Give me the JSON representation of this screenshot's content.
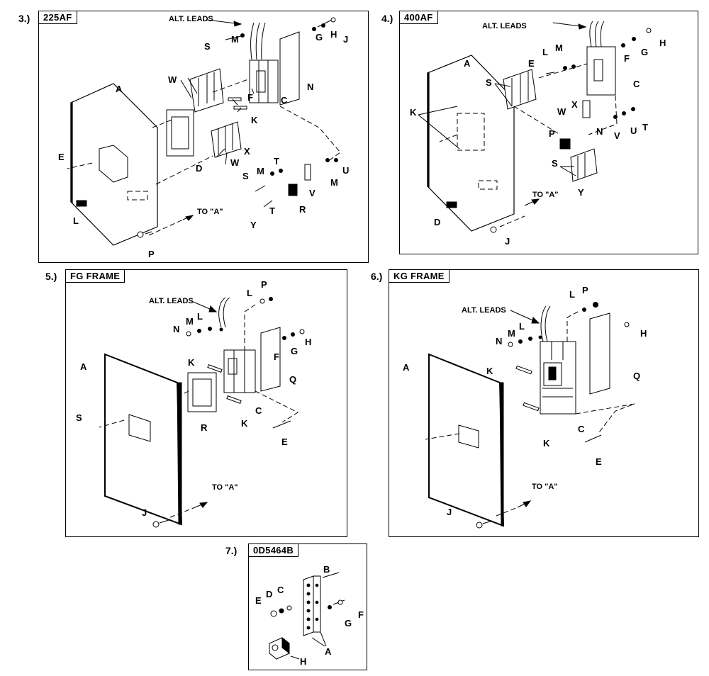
{
  "panels": [
    {
      "number": "3.)",
      "title": "225AF",
      "labels": {
        "alt": "ALT. LEADS",
        "S": "S",
        "M": "M",
        "G": "G",
        "H": "H",
        "J": "J",
        "N": "N",
        "F": "F",
        "C": "C",
        "K": "K",
        "W1": "W",
        "W2": "W",
        "X": "X",
        "A": "A",
        "D": "D",
        "E": "E",
        "L": "L",
        "P": "P",
        "S2": "S",
        "M2": "M",
        "T1": "T",
        "T2": "T",
        "U": "U",
        "M3": "M",
        "V": "V",
        "R": "R",
        "Y": "Y",
        "to": "TO \"A\""
      }
    },
    {
      "number": "4.)",
      "title": "400AF",
      "labels": {
        "alt": "ALT. LEADS",
        "A": "A",
        "K": "K",
        "S": "S",
        "E": "E",
        "L": "L",
        "M": "M",
        "F": "F",
        "G": "G",
        "H": "H",
        "C": "C",
        "W": "W",
        "X": "X",
        "P": "P",
        "N": "N",
        "V": "V",
        "U": "U",
        "T": "T",
        "S2": "S",
        "Y": "Y",
        "D": "D",
        "J": "J",
        "to": "TO \"A\""
      }
    },
    {
      "number": "5.)",
      "title": "FG FRAME",
      "labels": {
        "alt": "ALT. LEADS",
        "L": "L",
        "P": "P",
        "N": "N",
        "M": "M",
        "L2": "L",
        "F": "F",
        "G": "G",
        "H": "H",
        "A": "A",
        "K": "K",
        "Q": "Q",
        "S": "S",
        "R": "R",
        "C": "C",
        "K2": "K",
        "E": "E",
        "J": "J",
        "to": "TO \"A\""
      }
    },
    {
      "number": "6.)",
      "title": "KG FRAME",
      "labels": {
        "alt": "ALT. LEADS",
        "L": "L",
        "P": "P",
        "H": "H",
        "N": "N",
        "M": "M",
        "L2": "L",
        "A": "A",
        "K": "K",
        "Q": "Q",
        "C": "C",
        "K2": "K",
        "E": "E",
        "J": "J",
        "to": "TO \"A\""
      }
    },
    {
      "number": "7.)",
      "title": "0D5464B",
      "labels": {
        "B": "B",
        "E": "E",
        "D": "D",
        "C": "C",
        "G": "G",
        "F": "F",
        "A": "A",
        "H": "H"
      }
    }
  ]
}
